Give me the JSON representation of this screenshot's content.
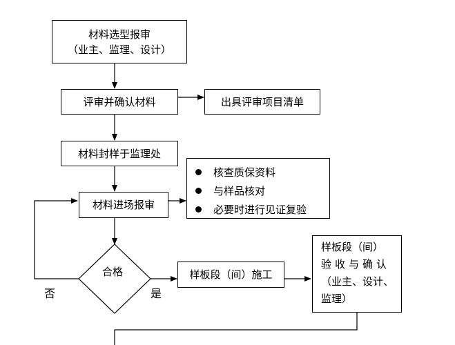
{
  "nodes": {
    "selection": {
      "line1": "材料选型报审",
      "line2": "（业主、监理、设计）"
    },
    "review": {
      "label": "评审并确认材料"
    },
    "checklist": {
      "label": "出具评审项目清单"
    },
    "seal": {
      "label": "材料封样于监理处"
    },
    "checks": {
      "items": [
        "核查质保资料",
        "与样品核对",
        "必要时进行见证复验"
      ]
    },
    "entry": {
      "label": "材料进场报审"
    },
    "decision": {
      "label": "合格"
    },
    "sample_construction": {
      "label": "样板段（间）施工"
    },
    "acceptance": {
      "line1": "样板段（间）",
      "line2": "验收与确认",
      "line3": "（业主、设计、",
      "line4": "监理）"
    }
  },
  "edge_labels": {
    "no": "否",
    "yes": "是"
  }
}
